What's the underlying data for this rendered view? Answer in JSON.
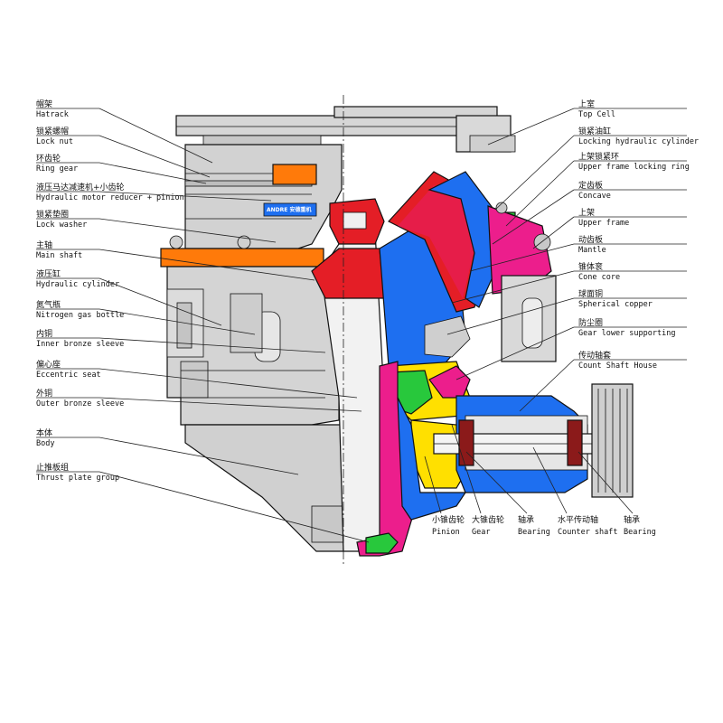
{
  "colors": {
    "gray": "#cfcfcf",
    "gray_dark": "#9a9a9a",
    "red": "#e41e26",
    "magenta": "#ec1e8c",
    "blue": "#1e6ff0",
    "green": "#28c83c",
    "yellow": "#ffe000",
    "orange": "#ff7a0a",
    "white": "#ffffff"
  },
  "brand_plate": "ANDRE 安德重机",
  "left_labels": [
    {
      "zh": "帽架",
      "en": "Hatrack"
    },
    {
      "zh": "锁紧螺帽",
      "en": "Lock nut"
    },
    {
      "zh": "环齿轮",
      "en": "Ring gear"
    },
    {
      "zh": "液压马达减速机+小齿轮",
      "en": "Hydraulic motor reducer + pinion"
    },
    {
      "zh": "锁紧垫圈",
      "en": "Lock washer"
    },
    {
      "zh": "主轴",
      "en": "Main shaft"
    },
    {
      "zh": "液压缸",
      "en": "Hydraulic cylinder"
    },
    {
      "zh": "氮气瓶",
      "en": "Nitrogen gas bottle"
    },
    {
      "zh": "内铜",
      "en": "Inner bronze sleeve"
    },
    {
      "zh": "偏心座",
      "en": "Eccentric seat"
    },
    {
      "zh": "外铜",
      "en": "Outer bronze sleeve"
    },
    {
      "zh": "本体",
      "en": "Body"
    },
    {
      "zh": "止推板组",
      "en": "Thrust plate group"
    }
  ],
  "right_labels": [
    {
      "zh": "上室",
      "en": "Top Cell"
    },
    {
      "zh": "锁紧油缸",
      "en": "Locking hydraulic cylinder"
    },
    {
      "zh": "上架锁紧环",
      "en": "Upper frame locking ring"
    },
    {
      "zh": "定齿板",
      "en": "Concave"
    },
    {
      "zh": "上架",
      "en": "Upper frame"
    },
    {
      "zh": "动齿板",
      "en": "Mantle"
    },
    {
      "zh": "锥体衮",
      "en": "Cone core"
    },
    {
      "zh": "球面铜",
      "en": "Spherical copper"
    },
    {
      "zh": "防尘圈",
      "en": "Gear lower supporting"
    },
    {
      "zh": "传动轴套",
      "en": "Count Shaft House"
    }
  ],
  "bottom_labels": [
    {
      "zh": "小锥齿轮",
      "en": "Pinion"
    },
    {
      "zh": "大锥齿轮",
      "en": "Gear"
    },
    {
      "zh": "轴承",
      "en": "Bearing"
    },
    {
      "zh": "水平传动轴",
      "en": "Counter shaft"
    },
    {
      "zh": "轴承",
      "en": "Bearing"
    }
  ]
}
